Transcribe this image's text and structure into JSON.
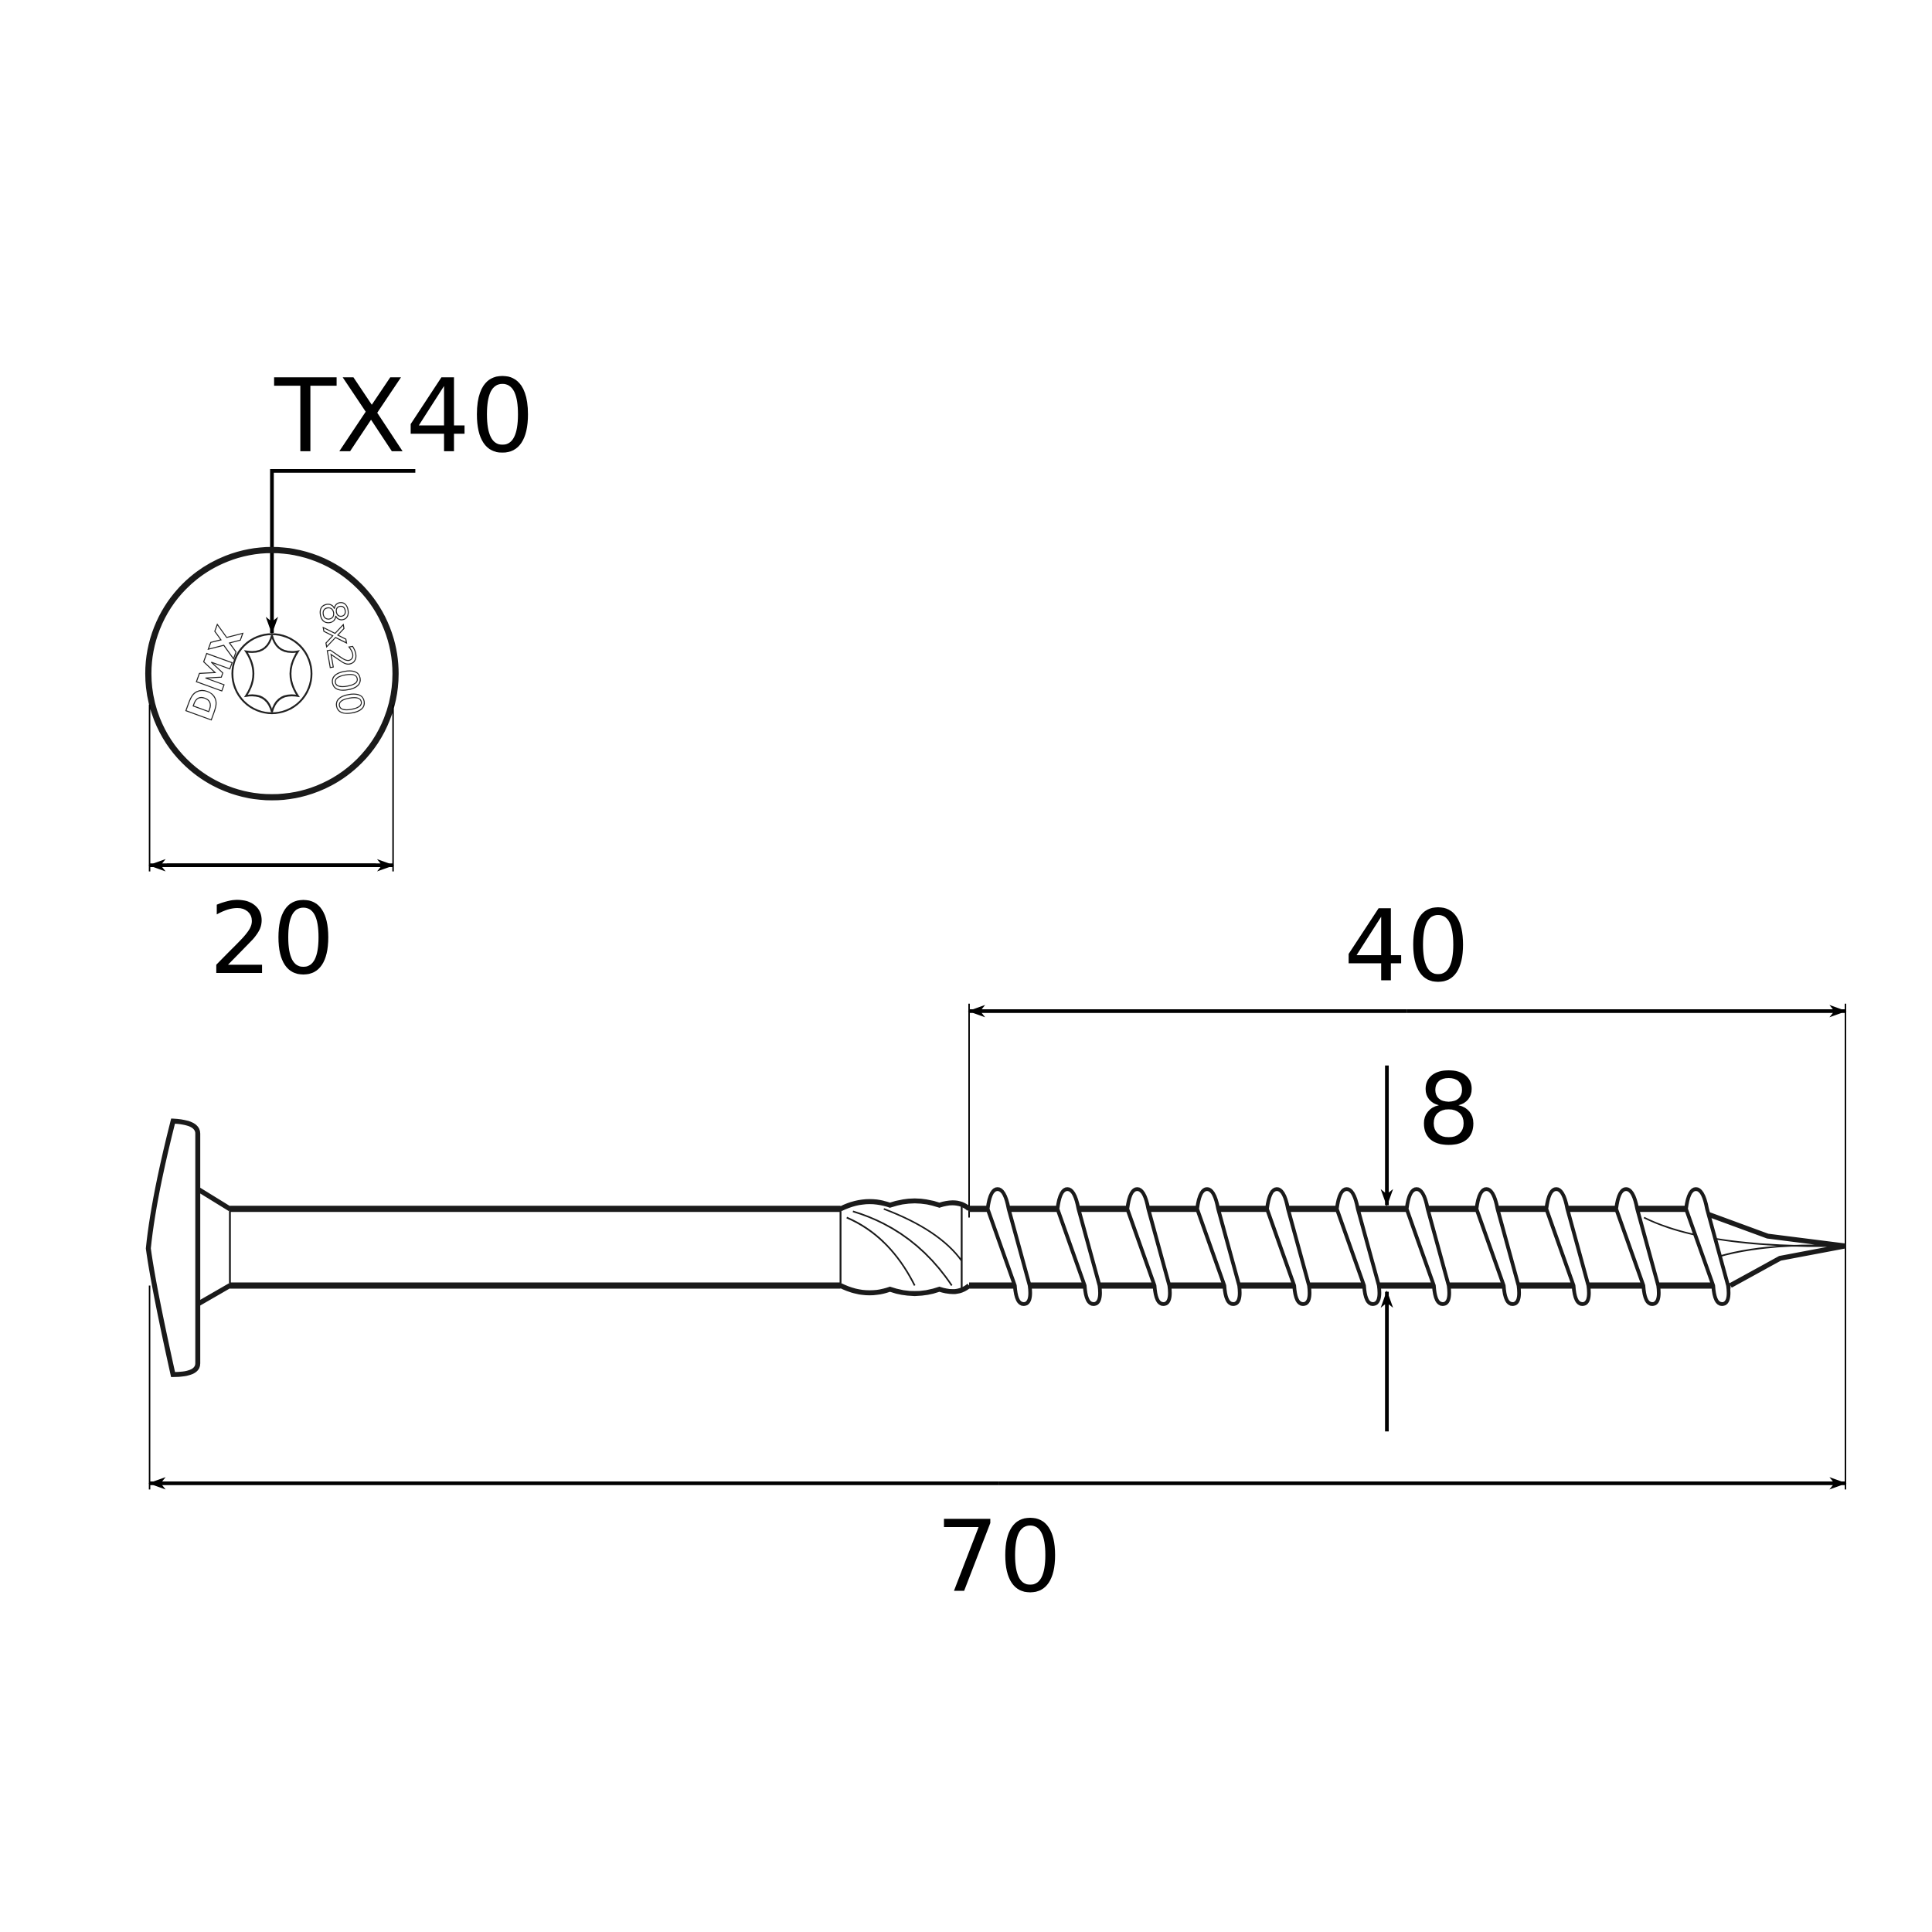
{
  "drive": {
    "label": "TX40"
  },
  "head_marking": {
    "brand": "DMX",
    "size": "8x200"
  },
  "dimensions": {
    "head_diameter": "20",
    "thread_length": "40",
    "thread_diameter": "8",
    "total_length": "70"
  },
  "colors": {
    "line": "#1a1a1a",
    "background": "#ffffff"
  }
}
